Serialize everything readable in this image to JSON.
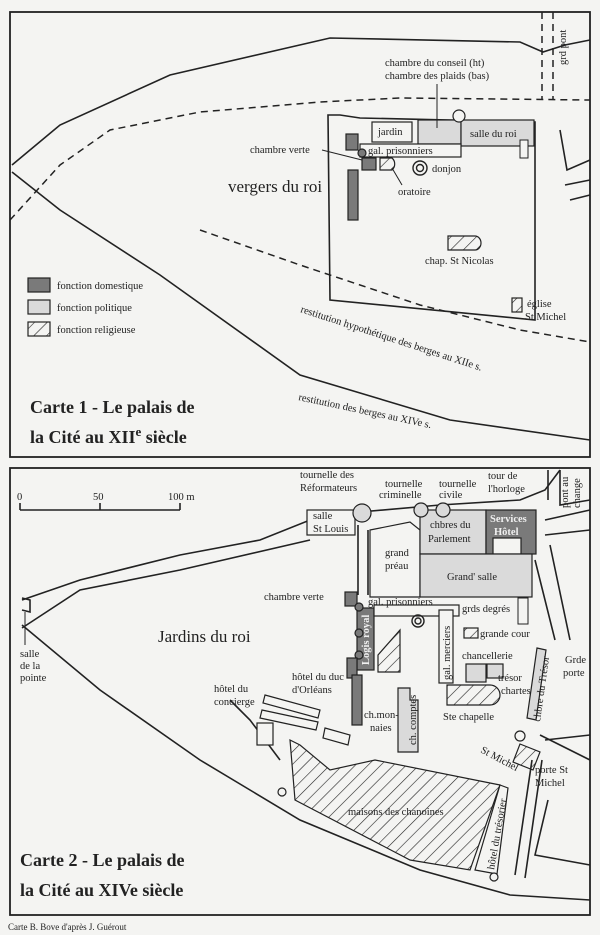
{
  "map1": {
    "title_line1": "Carte 1 - Le palais de",
    "title_line2": "la Cité au XII",
    "title_sup": "e",
    "title_end": " siècle",
    "labels": {
      "grd_pont": "grd pont",
      "chambre_conseil": "chambre du conseil (ht)",
      "chambre_plaids": "chambre des plaids (bas)",
      "jardin": "jardin",
      "salle_du_roi": "salle du roi",
      "chambre_verte": "chambre verte",
      "gal_prisonniers": "gal. prisonniers",
      "donjon": "donjon",
      "oratoire": "oratoire",
      "vergers": "vergers du roi",
      "chap_st_nicolas": "chap. St Nicolas",
      "eglise": "église",
      "st_michel": "St Michel",
      "berges_xii": "restitution hypothétique des berges au XIIe s.",
      "berges_xiv": "restitution des berges au XIVe s."
    },
    "legend": [
      {
        "label": "fonction domestique",
        "fill": "#7a7a7a"
      },
      {
        "label": "fonction politique",
        "fill": "#dadada"
      },
      {
        "label": "fonction religieuse",
        "fill": "hatch"
      }
    ]
  },
  "map2": {
    "title_line1": "Carte 2 - Le  palais de",
    "title_line2": "la Cité au XIVe siècle",
    "scale": {
      "t0": "0",
      "t50": "50",
      "t100": "100 m"
    },
    "labels": {
      "tournelle_ref_1": "tournelle des",
      "tournelle_ref_2": "Réformateurs",
      "tournelle_crim_1": "tournelle",
      "tournelle_crim_2": "criminelle",
      "tournelle_civ_1": "tournelle",
      "tournelle_civ_2": "civile",
      "horloge_1": "tour de",
      "horloge_2": "l'horloge",
      "pont_change_1": "pont au",
      "pont_change_2": "change",
      "salle_st_louis_1": "salle",
      "salle_st_louis_2": "St Louis",
      "chbres_parlement_1": "chbres du",
      "chbres_parlement_2": "Parlement",
      "services_1": "Services",
      "services_2": "Hôtel",
      "grand_preau_1": "grand",
      "grand_preau_2": "préau",
      "grand_salle": "Grand' salle",
      "chambre_verte": "chambre verte",
      "gal_prisonniers": "gal. prisonniers",
      "gal_merciers": "gal. merciers",
      "grds_degres": "grds degrés",
      "grande_cour": "grande cour",
      "jardins": "Jardins    du roi",
      "logis_royal": "Logis royal",
      "chancellerie": "chancellerie",
      "tresor_1": "trésor",
      "tresor_2": "chartes",
      "chbre_tresor": "chbre du Trésor",
      "grde_porte_1": "Grde",
      "grde_porte_2": "porte",
      "salle_pointe_1": "salle",
      "salle_pointe_2": "de la",
      "salle_pointe_3": "pointe",
      "hotel_duc_1": "hôtel du duc",
      "hotel_duc_2": "d'Orléans",
      "hotel_concierge_1": "hôtel du",
      "hotel_concierge_2": "concierge",
      "ch_monnaies_1": "ch.mon-",
      "ch_monnaies_2": "naies",
      "ch_comptes": "ch. comptes",
      "ste_chapelle": "Ste chapelle",
      "st_michel": "St Michel",
      "porte_st_michel_1": "porte St",
      "porte_st_michel_2": "Michel",
      "maisons_chanoines": "maisons des chanoines",
      "hotel_tresorier": "hôtel du trésorier"
    }
  },
  "credit": "Carte B. Bove d'après J. Guérout"
}
